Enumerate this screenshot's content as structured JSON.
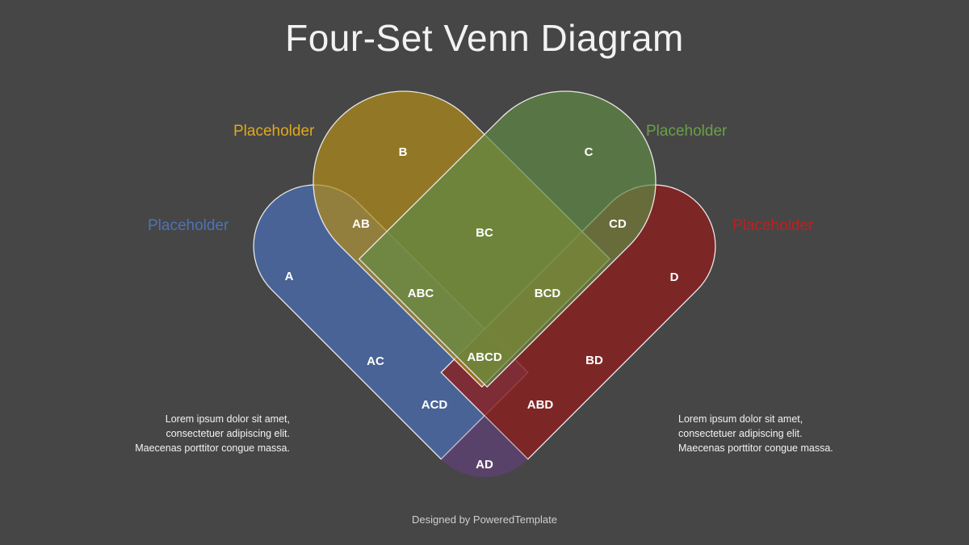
{
  "title": "Four-Set Venn Diagram",
  "sets": [
    {
      "id": "a",
      "label": "Placeholder",
      "color": "#4a6aa8"
    },
    {
      "id": "b",
      "label": "Placeholder",
      "color": "#b08a1a"
    },
    {
      "id": "c",
      "label": "Placeholder",
      "color": "#5f8a45"
    },
    {
      "id": "d",
      "label": "Placeholder",
      "color": "#8a2020"
    }
  ],
  "regions": {
    "A": "A",
    "B": "B",
    "C": "C",
    "D": "D",
    "AB": "AB",
    "BC": "BC",
    "CD": "CD",
    "ABC": "ABC",
    "BCD": "BCD",
    "AC": "AC",
    "ABCD": "ABCD",
    "BD": "BD",
    "ACD": "ACD",
    "ABD": "ABD",
    "AD": "AD"
  },
  "descriptions": {
    "left": [
      "Lorem ipsum dolor sit amet,",
      "consectetuer adipiscing elit.",
      "Maecenas porttitor congue massa."
    ],
    "right": [
      "Lorem ipsum dolor sit amet,",
      "consectetuer adipiscing elit.",
      "Maecenas porttitor congue massa."
    ]
  },
  "footer": "Designed by PoweredTemplate"
}
